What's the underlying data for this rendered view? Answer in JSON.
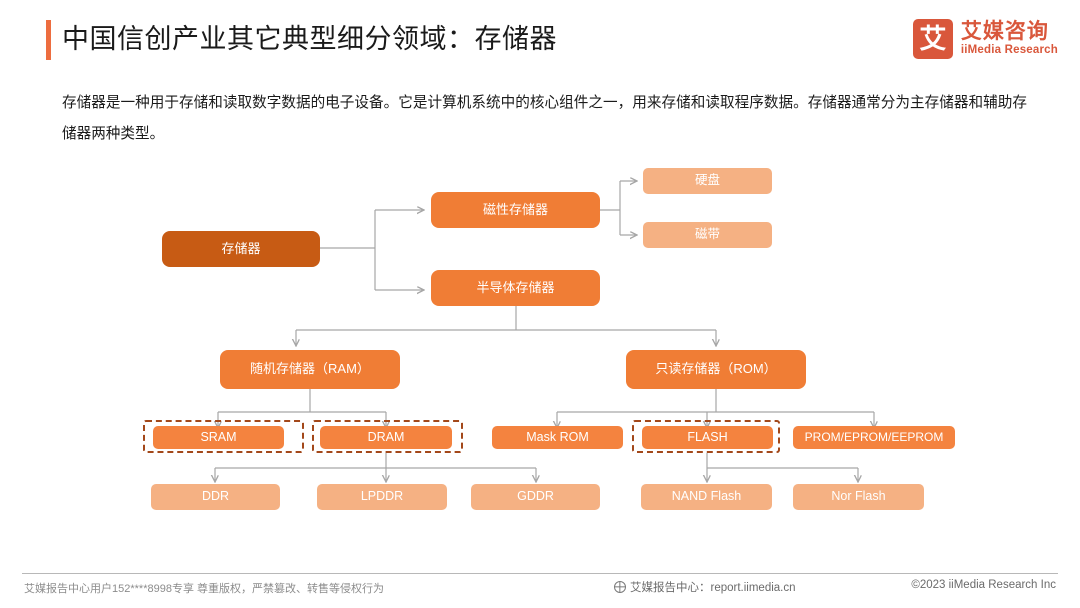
{
  "header": {
    "title": "中国信创产业其它典型细分领域：存储器",
    "logo": {
      "mark": "艾",
      "cn_name": "艾媒咨询",
      "en_name": "iiMedia Research",
      "brand_color": "#D9573B"
    },
    "accent_bar_color": "#ED6D3F"
  },
  "intro": {
    "paragraph": "存储器是一种用于存储和读取数字数据的电子设备。它是计算机系统中的核心组件之一，用来存储和读取程序数据。存储器通常分为主存储器和辅助存储器两种类型。"
  },
  "chart_data": {
    "type": "diagram",
    "title": "存储器分类树状图",
    "colors": {
      "root": "#C75B14",
      "level1": "#F07D35",
      "level2_light": "#F5B183",
      "leaf": "#F4833F",
      "highlight_dash": "#A3481A",
      "connector": "#A6A6A6"
    },
    "nodes": [
      {
        "id": "root",
        "label": "存储器",
        "level": 0,
        "style": "root",
        "highlight": false
      },
      {
        "id": "mag",
        "label": "磁性存储器",
        "level": 1,
        "style": "mid",
        "highlight": false
      },
      {
        "id": "semi",
        "label": "半导体存储器",
        "level": 1,
        "style": "mid",
        "highlight": false
      },
      {
        "id": "hdd",
        "label": "硬盘",
        "level": 2,
        "style": "light",
        "highlight": false
      },
      {
        "id": "tape",
        "label": "磁带",
        "level": 2,
        "style": "light",
        "highlight": false
      },
      {
        "id": "ram",
        "label": "随机存储器（RAM）",
        "level": 2,
        "style": "mid",
        "highlight": false
      },
      {
        "id": "rom",
        "label": "只读存储器（ROM）",
        "level": 2,
        "style": "mid",
        "highlight": false
      },
      {
        "id": "sram",
        "label": "SRAM",
        "level": 3,
        "style": "leaf",
        "highlight": true
      },
      {
        "id": "dram",
        "label": "DRAM",
        "level": 3,
        "style": "leaf",
        "highlight": true
      },
      {
        "id": "maskrom",
        "label": "Mask ROM",
        "level": 3,
        "style": "leaf",
        "highlight": false
      },
      {
        "id": "flash",
        "label": "FLASH",
        "level": 3,
        "style": "leaf",
        "highlight": true
      },
      {
        "id": "prom",
        "label": "PROM/EPROM/EEPROM",
        "level": 3,
        "style": "leaf-sm",
        "highlight": false
      },
      {
        "id": "ddr",
        "label": "DDR",
        "level": 4,
        "style": "light",
        "highlight": false
      },
      {
        "id": "lpddr",
        "label": "LPDDR",
        "level": 4,
        "style": "light",
        "highlight": false
      },
      {
        "id": "gddr",
        "label": "GDDR",
        "level": 4,
        "style": "light",
        "highlight": false
      },
      {
        "id": "nand",
        "label": "NAND Flash",
        "level": 4,
        "style": "light",
        "highlight": false
      },
      {
        "id": "nor",
        "label": "Nor Flash",
        "level": 4,
        "style": "light",
        "highlight": false
      }
    ],
    "edges": [
      [
        "root",
        "mag"
      ],
      [
        "root",
        "semi"
      ],
      [
        "mag",
        "hdd"
      ],
      [
        "mag",
        "tape"
      ],
      [
        "semi",
        "ram"
      ],
      [
        "semi",
        "rom"
      ],
      [
        "ram",
        "sram"
      ],
      [
        "ram",
        "dram"
      ],
      [
        "rom",
        "maskrom"
      ],
      [
        "rom",
        "flash"
      ],
      [
        "rom",
        "prom"
      ],
      [
        "dram",
        "ddr"
      ],
      [
        "dram",
        "lpddr"
      ],
      [
        "dram",
        "gddr"
      ],
      [
        "flash",
        "nand"
      ],
      [
        "flash",
        "nor"
      ]
    ]
  },
  "footer": {
    "left": "艾媒报告中心用户152****8998专享 尊重版权，严禁篡改、转售等侵权行为",
    "center": "艾媒报告中心：report.iimedia.cn",
    "right": "©2023  iiMedia Research  Inc"
  }
}
